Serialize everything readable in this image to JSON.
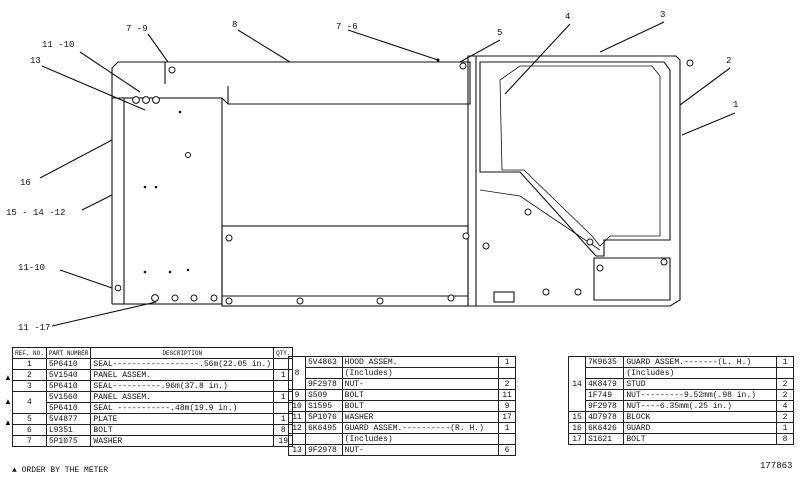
{
  "callouts": [
    {
      "id": "c1",
      "text": "1"
    },
    {
      "id": "c2",
      "text": "2"
    },
    {
      "id": "c3",
      "text": "3"
    },
    {
      "id": "c4",
      "text": "4"
    },
    {
      "id": "c5",
      "text": "5"
    },
    {
      "id": "c76",
      "text": "7 -6"
    },
    {
      "id": "c8",
      "text": "8"
    },
    {
      "id": "c79",
      "text": "7 -9"
    },
    {
      "id": "c1110a",
      "text": "11 -10"
    },
    {
      "id": "c13",
      "text": "13"
    },
    {
      "id": "c16",
      "text": "16"
    },
    {
      "id": "c151412",
      "text": "15 - 14 -12"
    },
    {
      "id": "c1110b",
      "text": "11-10"
    },
    {
      "id": "c1117",
      "text": "11 -17"
    }
  ],
  "table_left": {
    "headers": {
      "ref": "REF. NO.",
      "part": "PART NUMBER",
      "desc": "DESCRIPTION",
      "qty": "QTY."
    },
    "rows": [
      {
        "mark": "▲",
        "ref": "1",
        "part": "5P6410",
        "desc": "SEAL------------------.56m(22.05 in.)",
        "qty": ""
      },
      {
        "mark": "",
        "ref": "2",
        "part": "5V1540",
        "desc": "PANEL ASSEM.",
        "qty": "1"
      },
      {
        "mark": "▲",
        "ref": "3",
        "part": "5P6410",
        "desc": "SEAL----------.96m(37.8 in.)",
        "qty": ""
      },
      {
        "mark": "",
        "ref": "",
        "part": "5V1560",
        "desc": "PANEL ASSEM.",
        "qty": "1"
      },
      {
        "mark": "▲",
        "ref": "",
        "part": "5P6410",
        "desc": "SEAL -----------.48m(19.9 in.)",
        "qty": ""
      },
      {
        "mark": "",
        "ref": "5",
        "part": "5V4877",
        "desc": "PLATE",
        "qty": "1"
      },
      {
        "mark": "",
        "ref": "6",
        "part": "L9351",
        "desc": "BOLT",
        "qty": "8"
      },
      {
        "mark": "",
        "ref": "7",
        "part": "5P1075",
        "desc": "WASHER",
        "qty": "19"
      }
    ],
    "ref4": "4"
  },
  "table_mid": {
    "rows": [
      {
        "ref": "",
        "part": "5V4863",
        "desc": "HOOD ASSEM.",
        "qty": "1"
      },
      {
        "ref": "",
        "part": "",
        "desc": "(Includes)",
        "qty": ""
      },
      {
        "ref": "",
        "part": "9F2978",
        "desc": "NUT-",
        "qty": "2"
      },
      {
        "ref": "9",
        "part": "S509",
        "desc": "BOLT",
        "qty": "11"
      },
      {
        "ref": "10",
        "part": "S1595",
        "desc": "BOLT",
        "qty": "9"
      },
      {
        "ref": "11",
        "part": "5P1076",
        "desc": "WASHER",
        "qty": "17"
      },
      {
        "ref": "12",
        "part": "6K6495",
        "desc": "GUARD ASSEM.----------(R. H.)",
        "qty": "1"
      },
      {
        "ref": "",
        "part": "",
        "desc": "(Includes)",
        "qty": ""
      },
      {
        "ref": "13",
        "part": "9F2978",
        "desc": "NUT-",
        "qty": "6"
      }
    ],
    "ref8": "8"
  },
  "table_right": {
    "rows": [
      {
        "ref": "",
        "part": "7K9635",
        "desc": "GUARD ASSEM.-------(L. H.)",
        "qty": "1"
      },
      {
        "ref": "",
        "part": "",
        "desc": "(Includes)",
        "qty": ""
      },
      {
        "ref": "",
        "part": "4K8479",
        "desc": "STUD",
        "qty": "2"
      },
      {
        "ref": "",
        "part": "1F749",
        "desc": "NUT---------9.52mm(.98 in.)",
        "qty": "2"
      },
      {
        "ref": "",
        "part": "9F2978",
        "desc": "NUT----6.35mm(.25 in.)",
        "qty": "4"
      },
      {
        "ref": "15",
        "part": "4D7978",
        "desc": "BLOCK",
        "qty": "2"
      },
      {
        "ref": "16",
        "part": "6K6426",
        "desc": "GUARD",
        "qty": "1"
      },
      {
        "ref": "17",
        "part": "S1621",
        "desc": "BOLT",
        "qty": "8"
      }
    ],
    "ref14": "14"
  },
  "footnote": "▲ ORDER BY THE METER",
  "figure_number": "177863"
}
